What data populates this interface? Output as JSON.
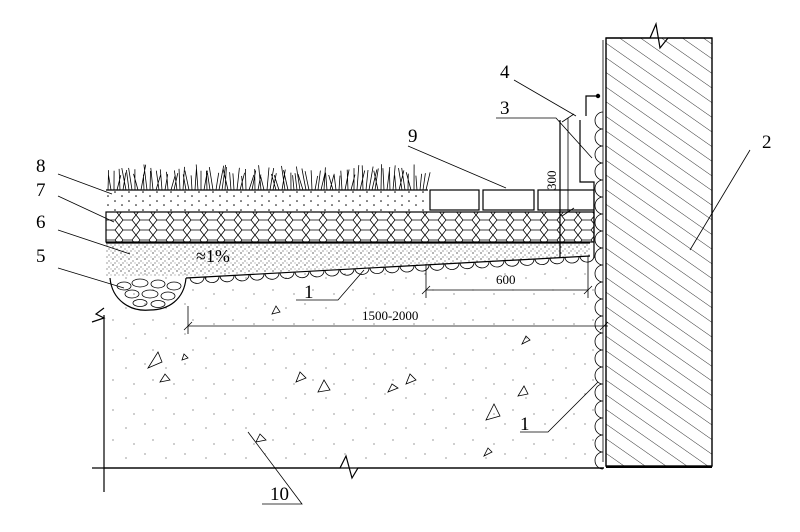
{
  "callouts": {
    "c1a": "1",
    "c1b": "1",
    "c2": "2",
    "c3": "3",
    "c4": "4",
    "c5": "5",
    "c6": "6",
    "c7": "7",
    "c8": "8",
    "c9": "9",
    "c10": "10"
  },
  "dimensions": {
    "d300": "300",
    "d600": "600",
    "d1500": "1500-2000"
  },
  "slope": "≈1%",
  "colors": {
    "line": "#000000",
    "background": "#ffffff"
  }
}
